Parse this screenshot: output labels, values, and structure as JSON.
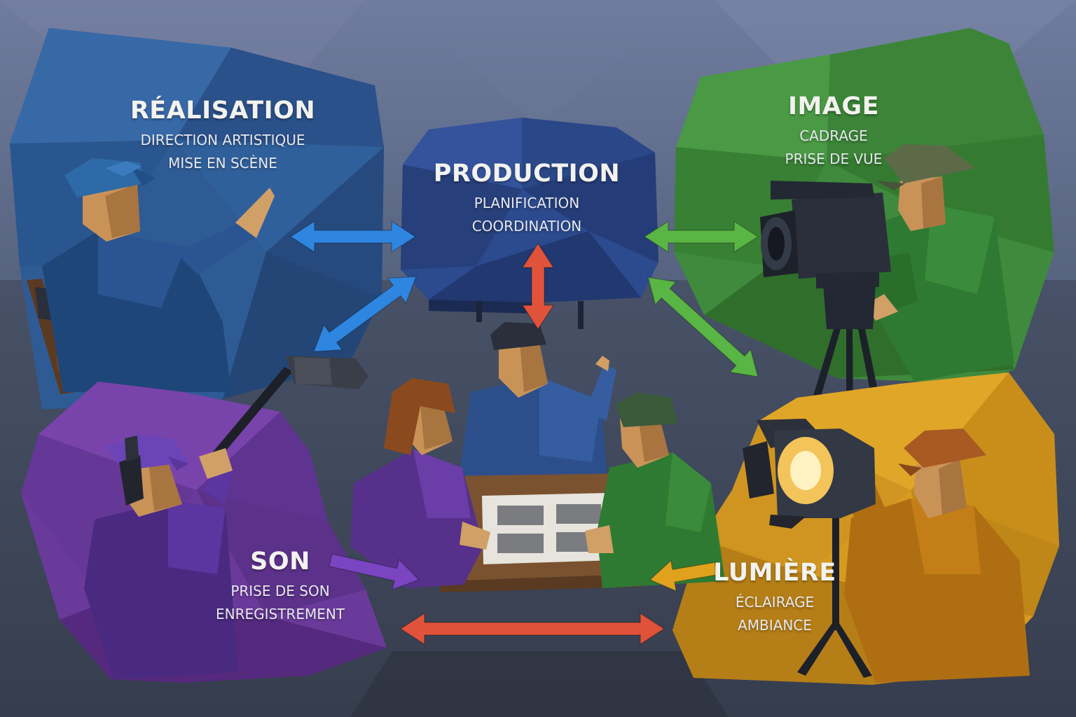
{
  "departments": {
    "realisation": {
      "title": "RÉALISATION",
      "line1": "DIRECTION ARTISTIQUE",
      "line2": "MISE EN SCÈNE",
      "color": "#2f5b95"
    },
    "production": {
      "title": "PRODUCTION",
      "line1": "PLANIFICATION",
      "line2": "COORDINATION",
      "color": "#2c4a8e"
    },
    "image": {
      "title": "IMAGE",
      "line1": "CADRAGE",
      "line2": "PRISE DE VUE",
      "color": "#3f8a3c"
    },
    "son": {
      "title": "SON",
      "line1": "PRISE DE SON",
      "line2": "ENREGISTREMENT",
      "color": "#6a3a9a"
    },
    "lumiere": {
      "title": "LUMIÈRE",
      "line1": "ÉCLAIRAGE",
      "line2": "AMBIANCE",
      "color": "#d69a20"
    }
  },
  "arrow_colors": {
    "blue": "#2f86e0",
    "red": "#e0533a",
    "green": "#59b544",
    "purple": "#7b45c2",
    "yellow": "#e0a21c"
  },
  "icons": [
    "director-figure",
    "director-chair",
    "camera-operator-figure",
    "video-camera-icon",
    "camera-tripod",
    "sound-engineer-figure",
    "boom-microphone-icon",
    "headphones-icon",
    "lighting-technician-figure",
    "spotlight-icon",
    "storyboard-table",
    "team-meeting-figures"
  ]
}
